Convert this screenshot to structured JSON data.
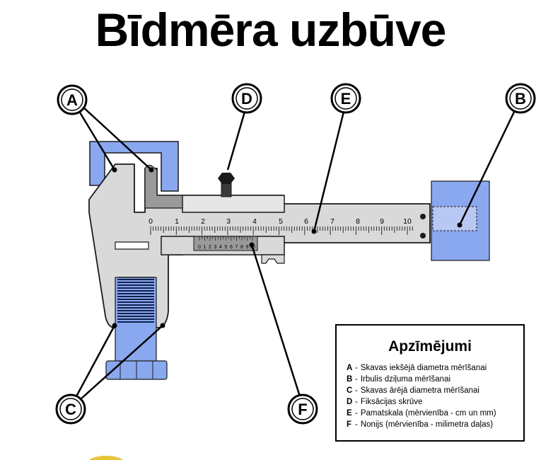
{
  "title": "Bīdmēra uzbūve",
  "callouts": {
    "a": "A",
    "b": "B",
    "c": "C",
    "d": "D",
    "e": "E",
    "f": "F"
  },
  "main_scale": {
    "labels": [
      "0",
      "1",
      "2",
      "3",
      "4",
      "5",
      "6",
      "7",
      "8",
      "9",
      "10"
    ]
  },
  "vernier_scale": {
    "labels": [
      "0",
      "1",
      "2",
      "3",
      "4",
      "5",
      "6",
      "7",
      "8",
      "9",
      "10"
    ]
  },
  "legend": {
    "title": "Apzīmējumi",
    "items": [
      {
        "letter": "A",
        "text": "Skavas iekšējā diametra mērīšanai"
      },
      {
        "letter": "B",
        "text": "Irbulis dziļuma mērīšanai"
      },
      {
        "letter": "C",
        "text": "Skavas ārējā diametra mērīšanai"
      },
      {
        "letter": "D",
        "text": "Fiksācijas skrūve"
      },
      {
        "letter": "E",
        "text": "Pamatskala (mērvienība - cm un mm)"
      },
      {
        "letter": "F",
        "text": "Nonijs (mērvienība - milimetra daļas)"
      }
    ]
  },
  "colors": {
    "highlight_blue": "#8aa8f0",
    "metal_gray": "#d9d9d9",
    "dark_gray": "#9a9a9a",
    "outline": "#1a1a1a"
  }
}
